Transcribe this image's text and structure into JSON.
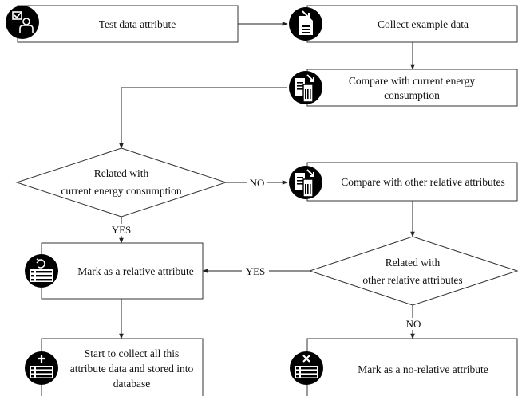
{
  "nodes": {
    "test": {
      "lines": [
        "Test data attribute"
      ]
    },
    "collect": {
      "lines": [
        "Collect  example data"
      ]
    },
    "compare_current": {
      "lines": [
        "Compare with current energy",
        "consumption"
      ]
    },
    "related_current": {
      "lines": [
        "Related with",
        "current energy consumption"
      ]
    },
    "compare_other": {
      "lines": [
        "Compare with other relative attributes"
      ]
    },
    "related_other": {
      "lines": [
        "Related with",
        "other relative attributes"
      ]
    },
    "mark_relative": {
      "lines": [
        "Mark as a relative attribute"
      ]
    },
    "start_collect": {
      "lines": [
        "Start to collect all this",
        "attribute data  and stored into",
        "database"
      ]
    },
    "mark_no_relative": {
      "lines": [
        "Mark as a no-relative attribute"
      ]
    }
  },
  "edge_labels": {
    "no_1": "NO",
    "yes_1": "YES",
    "yes_2": "YES",
    "no_2": "NO"
  },
  "icons": {
    "test": "user-checklist-icon",
    "collect": "document-download-icon",
    "compare_current": "compare-documents-icon",
    "compare_other": "compare-documents-icon",
    "mark_relative": "refresh-list-icon",
    "start_collect": "add-list-icon",
    "mark_no_relative": "delete-list-icon"
  },
  "colors": {
    "stroke": "#333333",
    "icon": "#000000",
    "background": "#ffffff"
  }
}
